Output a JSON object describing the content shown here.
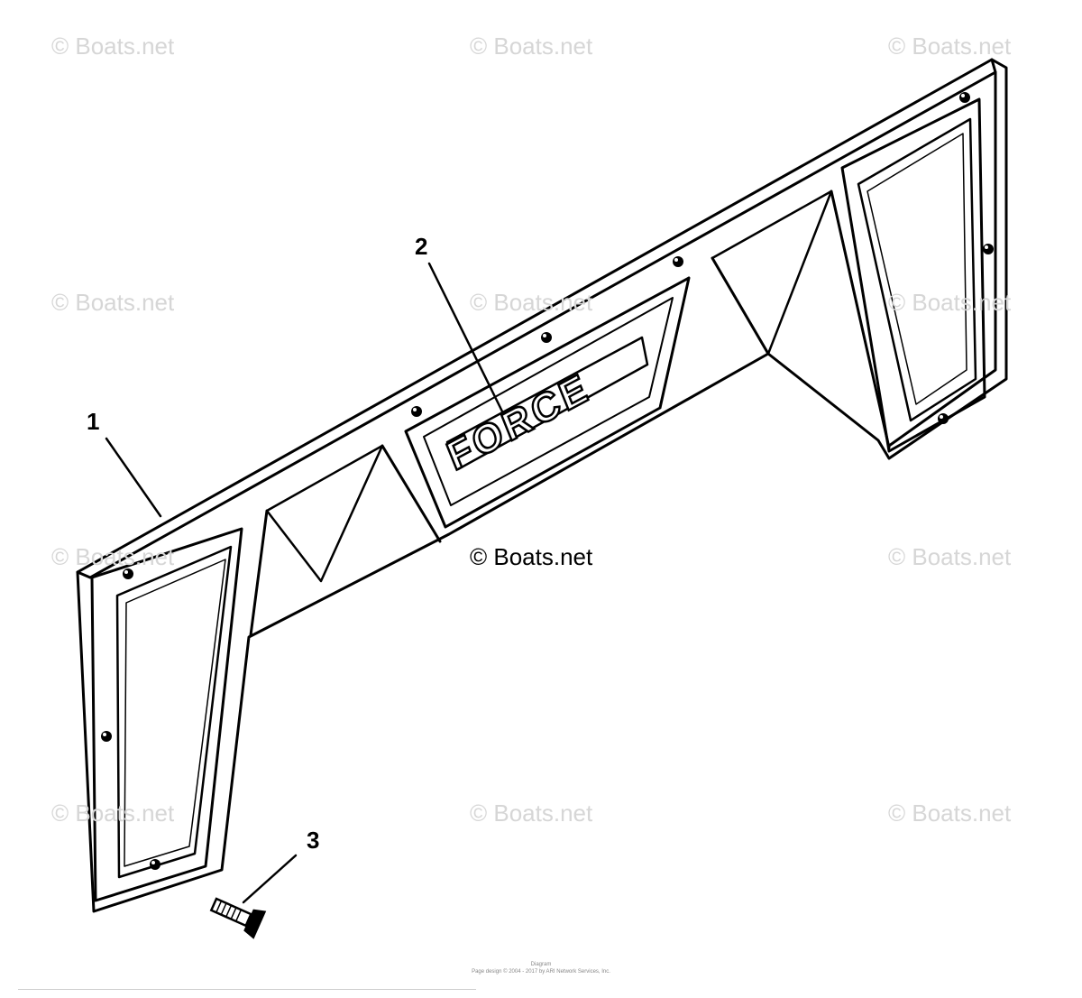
{
  "watermark_text": "© Boats.net",
  "center_watermark_text": "© Boats.net",
  "callouts": [
    "1",
    "2",
    "3"
  ],
  "emblem_text": "FORCE",
  "footer": {
    "line1": "Diagram",
    "line2": "Page design © 2004 - 2017 by ARI Network Services, Inc."
  }
}
